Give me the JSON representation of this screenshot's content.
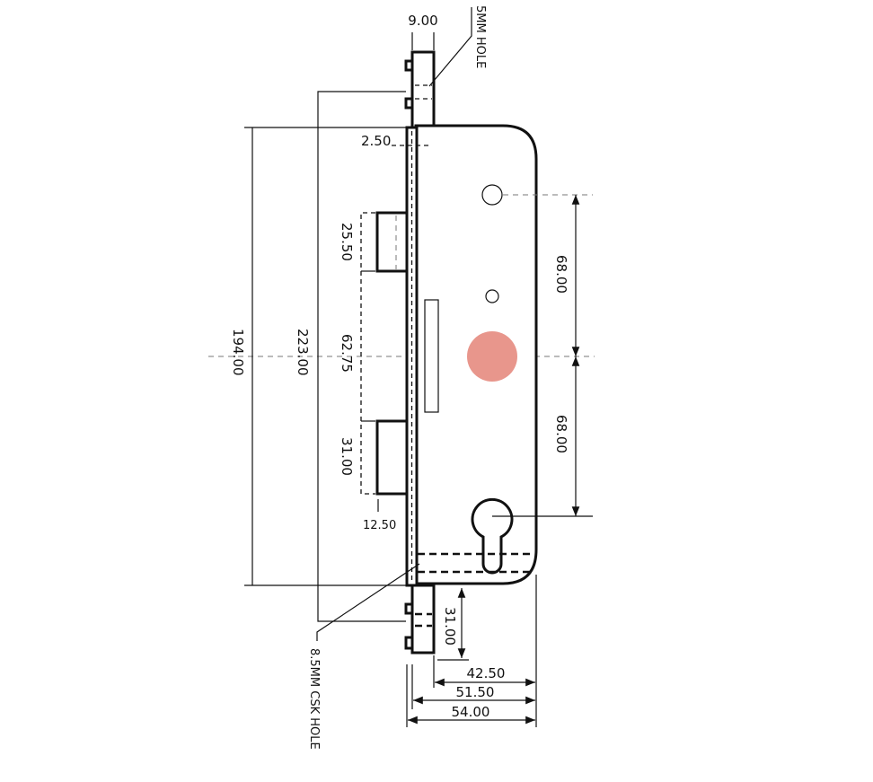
{
  "drawing": {
    "dimensions": {
      "top_keep_width": "9.00",
      "forend_thickness": "2.50",
      "latch_height": "25.50",
      "bolt_centres": "62.75",
      "deadbolt_height": "31.00",
      "deadbolt_offset": "12.50",
      "forend_length": "194.00",
      "overall_length": "223.00",
      "upper_centre": "68.00",
      "lower_centre": "68.00",
      "keep_extension": "31.00",
      "backset": "42.50",
      "case_depth": "51.50",
      "overall_depth": "54.00"
    },
    "notes": {
      "top_hole": "5MM HOLE",
      "csk_hole": "8.5MM CSK HOLE"
    },
    "colors": {
      "spindle": "#e8968c",
      "line": "#111111"
    }
  }
}
